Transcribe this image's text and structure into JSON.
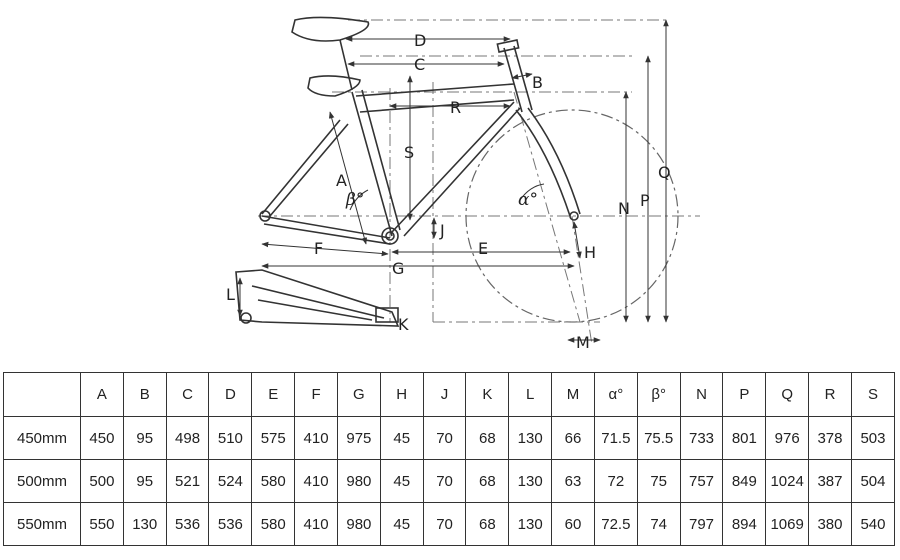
{
  "diagram": {
    "labels": {
      "A": "A",
      "B": "B",
      "C": "C",
      "D": "D",
      "E": "E",
      "F": "F",
      "G": "G",
      "H": "H",
      "J": "J",
      "K": "K",
      "L": "L",
      "M": "M",
      "N": "N",
      "P": "P",
      "Q": "Q",
      "R": "R",
      "S": "S",
      "alpha": "α°",
      "beta": "β°"
    }
  },
  "table": {
    "columns": [
      "",
      "A",
      "B",
      "C",
      "D",
      "E",
      "F",
      "G",
      "H",
      "J",
      "K",
      "L",
      "M",
      "α°",
      "β°",
      "N",
      "P",
      "Q",
      "R",
      "S"
    ],
    "rows": [
      {
        "size": "450mm",
        "values": [
          "450",
          "95",
          "498",
          "510",
          "575",
          "410",
          "975",
          "45",
          "70",
          "68",
          "130",
          "66",
          "71.5",
          "75.5",
          "733",
          "801",
          "976",
          "378",
          "503"
        ]
      },
      {
        "size": "500mm",
        "values": [
          "500",
          "95",
          "521",
          "524",
          "580",
          "410",
          "980",
          "45",
          "70",
          "68",
          "130",
          "63",
          "72",
          "75",
          "757",
          "849",
          "1024",
          "387",
          "504"
        ]
      },
      {
        "size": "550mm",
        "values": [
          "550",
          "130",
          "536",
          "536",
          "580",
          "410",
          "980",
          "45",
          "70",
          "68",
          "130",
          "60",
          "72.5",
          "74",
          "797",
          "894",
          "1069",
          "380",
          "540"
        ]
      }
    ]
  }
}
